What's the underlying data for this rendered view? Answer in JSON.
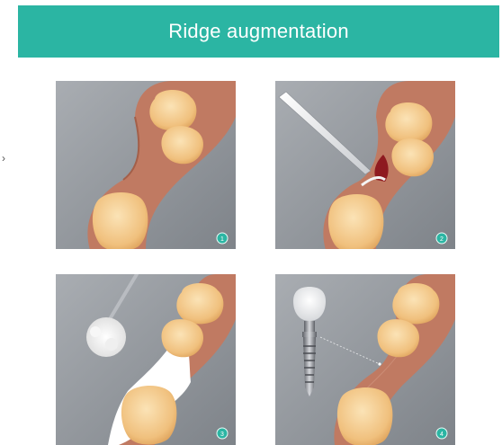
{
  "header": {
    "title": "Ridge augmentation"
  },
  "steps": [
    {
      "number": "1"
    },
    {
      "number": "2"
    },
    {
      "number": "3"
    },
    {
      "number": "4"
    }
  ],
  "colors": {
    "accent": "#2bb5a3",
    "gum": "#c07a62",
    "background_gray": "#8f949a",
    "tooth": "#f2c98a"
  }
}
